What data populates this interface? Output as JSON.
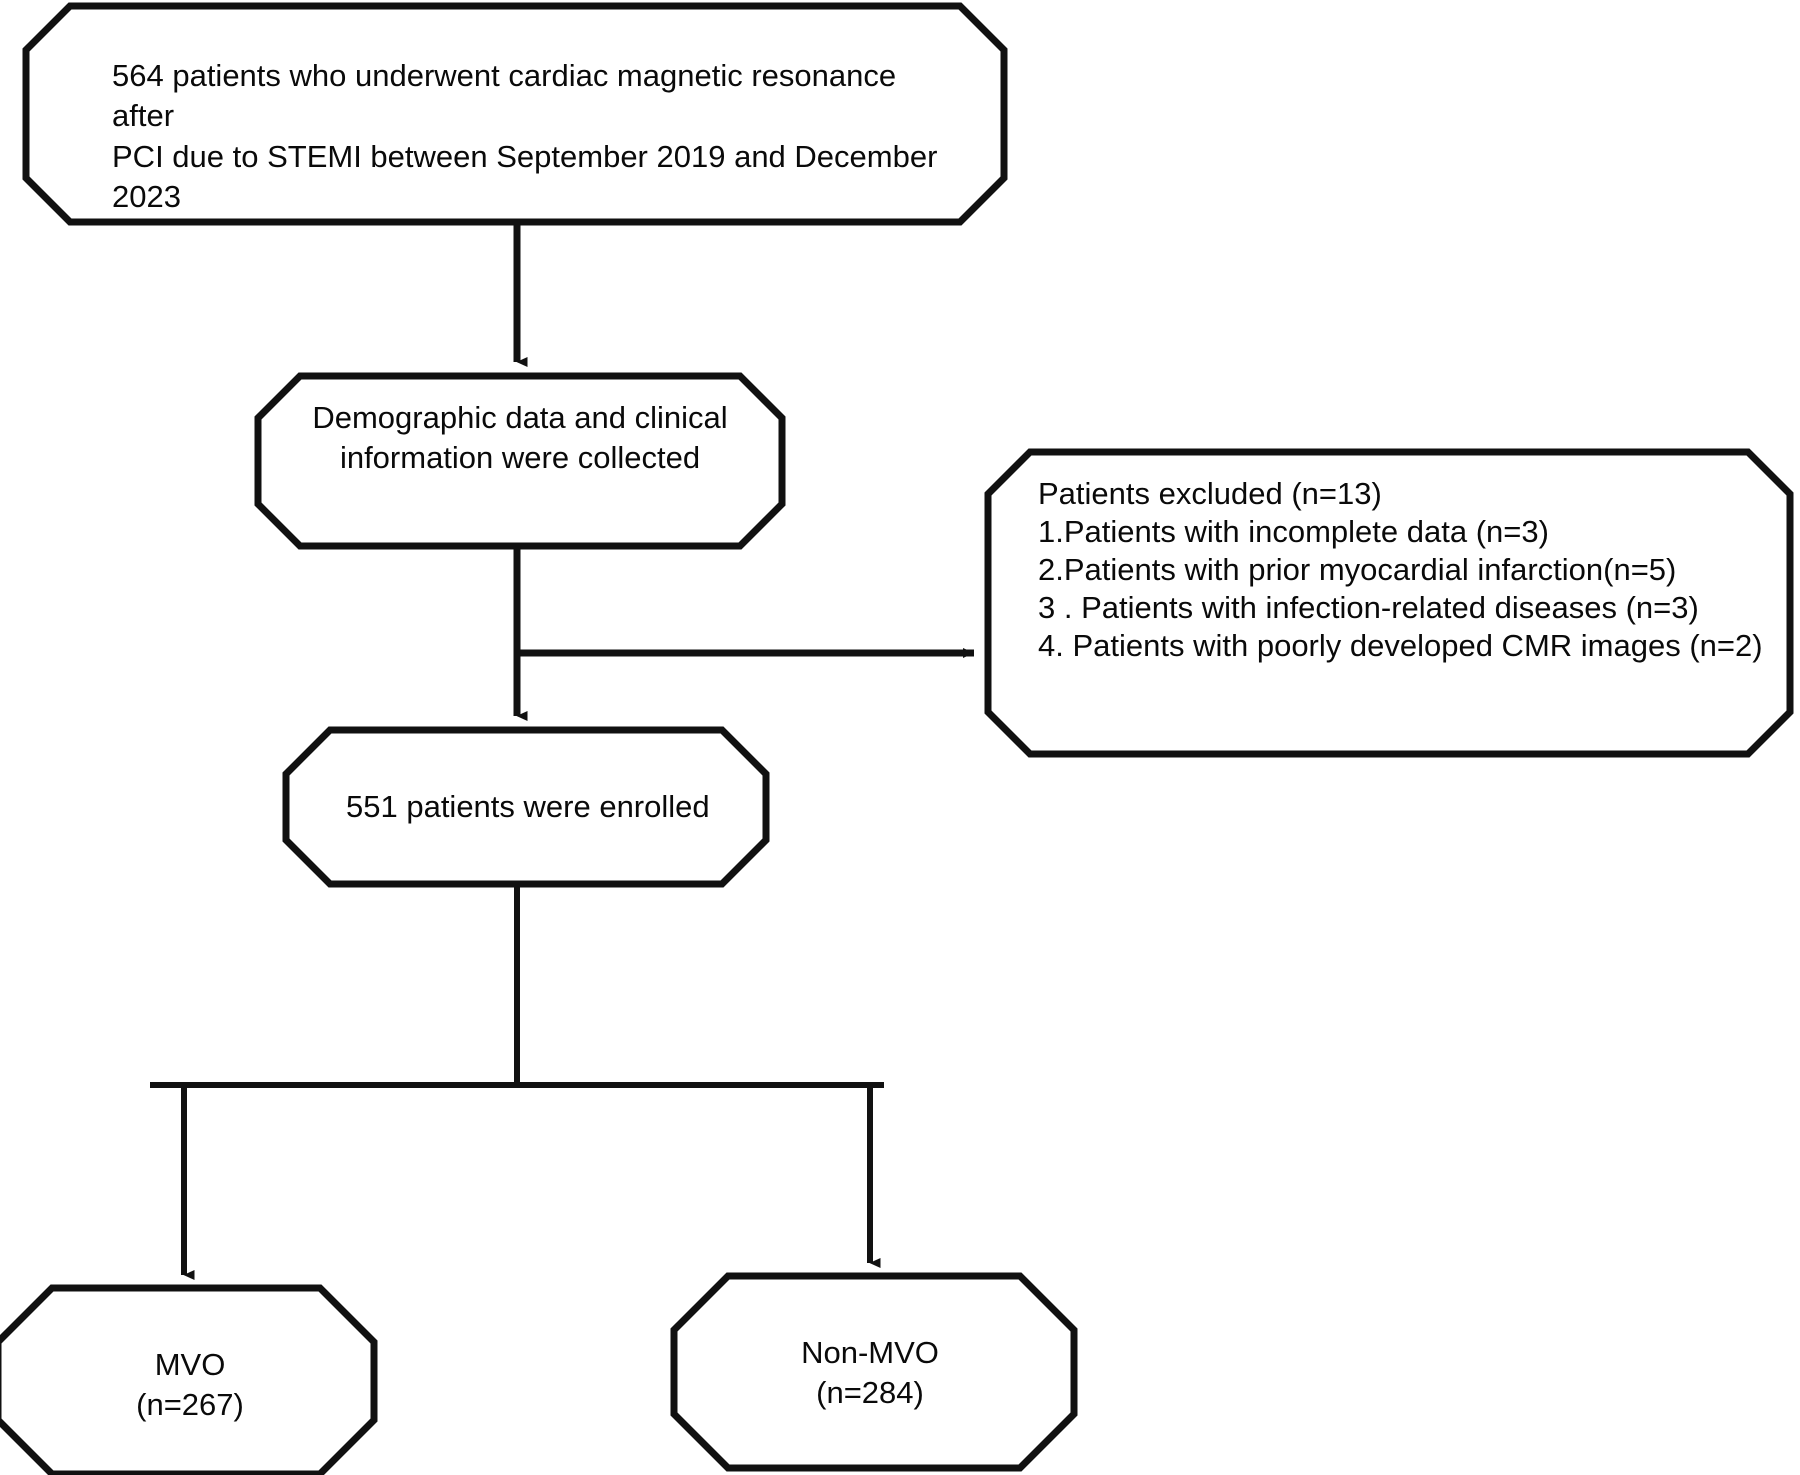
{
  "diagram": {
    "type": "flowchart",
    "title": "Patient enrollment flow diagram",
    "stroke_color": "#111111",
    "fill_color": "#ffffff",
    "text_color": "#0a0a0a",
    "node_shape": "octagon",
    "nodes": {
      "source_cohort": {
        "label": "564 patients who underwent cardiac magnetic resonance after\nPCI due to STEMI between September 2019 and December 2023",
        "count": 564
      },
      "data_collection": {
        "label": "Demographic data and clinical\ninformation were collected"
      },
      "excluded": {
        "heading": "Patients excluded (n=13)",
        "total_excluded": 13,
        "reasons": [
          "1.Patients with incomplete data (n=3)",
          "2.Patients with prior myocardial infarction(n=5)",
          "3 . Patients with  infection-related diseases (n=3)",
          "4. Patients with poorly developed CMR images (n=2)"
        ]
      },
      "enrolled": {
        "label": "551 patients were enrolled",
        "count": 551
      },
      "mvo_group": {
        "label": "MVO\n(n=267)",
        "name": "MVO",
        "count": 267
      },
      "non_mvo_group": {
        "label": "Non-MVO\n(n=284)",
        "name": "Non-MVO",
        "count": 284
      }
    },
    "edges": [
      {
        "from": "source_cohort",
        "to": "data_collection",
        "style": "arrow-down"
      },
      {
        "from": "data_collection",
        "to": "excluded",
        "style": "arrow-right"
      },
      {
        "from": "data_collection",
        "to": "enrolled",
        "style": "arrow-down"
      },
      {
        "from": "enrolled",
        "to": "mvo_group",
        "style": "elbow-arrow-down-left"
      },
      {
        "from": "enrolled",
        "to": "non_mvo_group",
        "style": "elbow-arrow-down-right"
      }
    ]
  }
}
